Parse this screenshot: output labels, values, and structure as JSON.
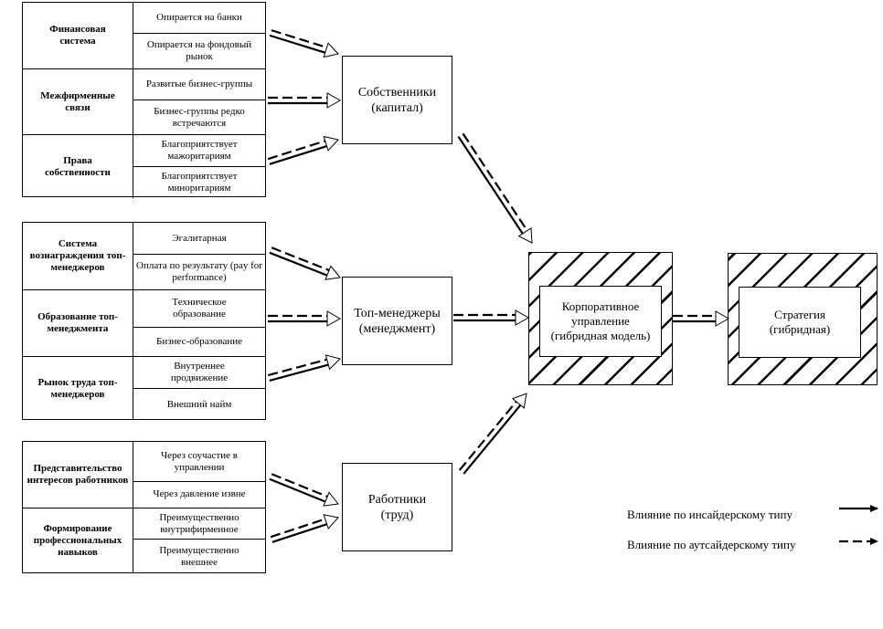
{
  "tables": [
    {
      "groups": [
        {
          "name": "Финансовая система",
          "options": [
            "Опирается на банки",
            "Опирается на фондовый рынок"
          ]
        },
        {
          "name": "Межфирменные связи",
          "options": [
            "Развитые бизнес-группы",
            "Бизнес-группы редко встречаются"
          ]
        },
        {
          "name": "Права собственности",
          "options": [
            "Благоприятствует мажоритариям",
            "Благоприятствует миноритариям"
          ]
        }
      ]
    },
    {
      "groups": [
        {
          "name": "Система вознаграждения топ-менеджеров",
          "options": [
            "Эгалитарная",
            "Оплата по результату (pay for performance)"
          ]
        },
        {
          "name": "Образование топ-менеджмента",
          "options": [
            "Техническое образование",
            "Бизнес-образование"
          ]
        },
        {
          "name": "Рынок труда топ-менеджеров",
          "options": [
            "Внутреннее продвижение",
            "Внешний найм"
          ]
        }
      ]
    },
    {
      "groups": [
        {
          "name": "Представительство интересов работников",
          "options": [
            "Через соучастие в управлении",
            "Через давление извне"
          ]
        },
        {
          "name": "Формирование профессиональных навыков",
          "options": [
            "Преимущественно внутрифирменное",
            "Преимущественно внешнее"
          ]
        }
      ]
    }
  ],
  "actors": {
    "owners": "Собственники (капитал)",
    "managers": "Топ-менеджеры (менеджмент)",
    "workers": "Работники (труд)"
  },
  "governance": "Корпоративное управление (гибридная модель)",
  "strategy": "Стратегия (гибридная)",
  "legend": {
    "insider": "Влияние по инсайдерскому типу",
    "outsider": "Влияние по аутсайдерскому типу"
  }
}
